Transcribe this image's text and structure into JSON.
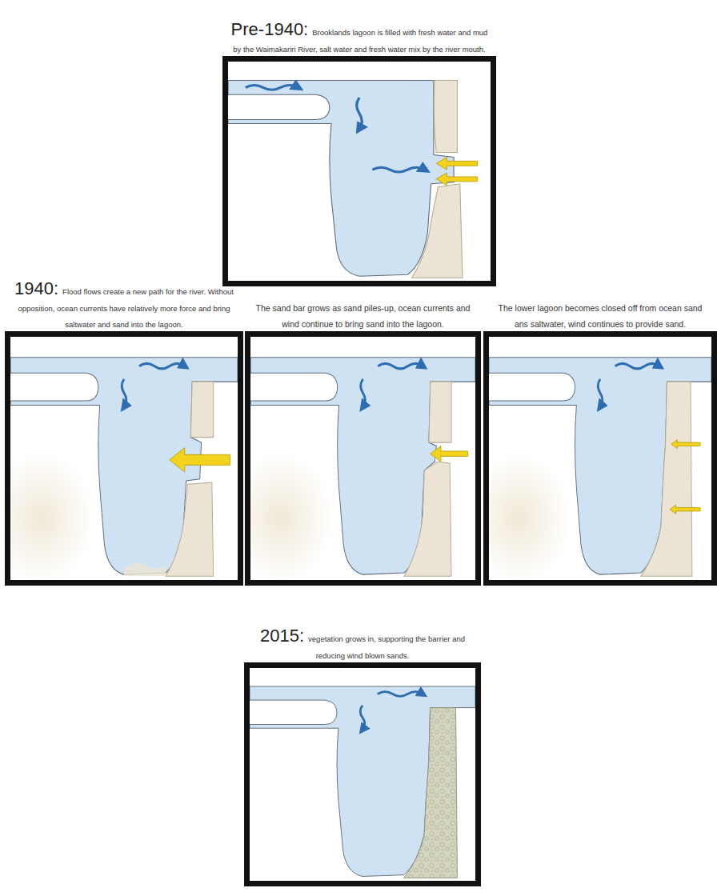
{
  "diagram": {
    "nodes": [
      {
        "text": [
          "Pre-1940:",
          "Brooklands lagoon is filled with fresh water and mud by the Waimakariri River, salt water and fresh water mix by the river mouth."
        ]
      },
      {
        "text": [
          "1940:",
          "Flood flows create a new path for the river. Without opposition, ocean currents have relatively more force and bring saltwater and sand into the lagoon."
        ]
      },
      {
        "text": [
          "The sand bar grows as sand piles-up, ocean currents and wind continue to bring sand into the lagoon."
        ]
      },
      {
        "text": [
          "The lower lagoon becomes closed off from ocean sand ans saltwater, wind continues to provide sand."
        ]
      },
      {
        "text": [
          "2015:",
          "vegetation grows in, supporting the barrier and reducing wind blown sands."
        ]
      }
    ]
  }
}
